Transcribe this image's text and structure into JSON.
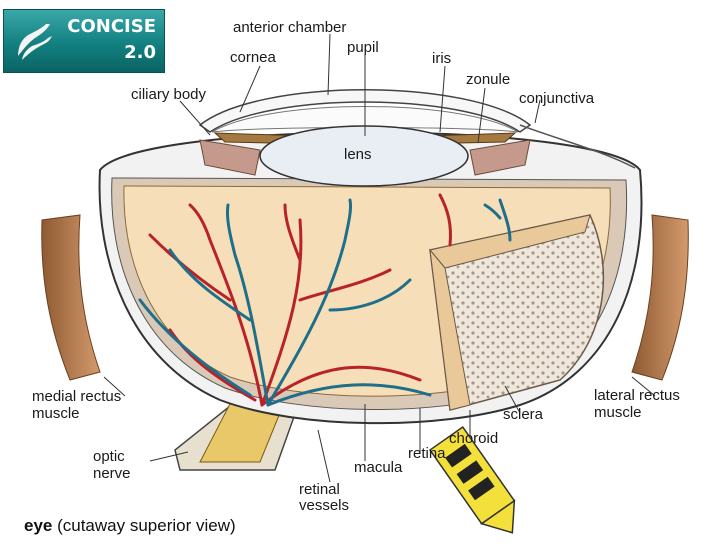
{
  "logo": {
    "brand": "CONCISE",
    "version": "2.0",
    "icon": "swoosh-icon"
  },
  "labels": {
    "anterior_chamber": "anterior chamber",
    "pupil": "pupil",
    "cornea": "cornea",
    "iris": "iris",
    "zonule": "zonule",
    "ciliary_body": "ciliary body",
    "conjunctiva": "conjunctiva",
    "lens": "lens",
    "medial_rectus_1": "medial rectus",
    "medial_rectus_2": "muscle",
    "lateral_rectus_1": "lateral rectus",
    "lateral_rectus_2": "muscle",
    "sclera": "sclera",
    "retina": "retina",
    "choroid": "choroid",
    "optic_1": "optic",
    "optic_2": "nerve",
    "macula": "macula",
    "retinal_1": "retinal",
    "retinal_2": "vessels"
  },
  "caption": {
    "bold": "eye",
    "rest": " (cutaway superior view)"
  },
  "colors": {
    "vitreous": "#f6dfb8",
    "artery": "#b8222a",
    "vein": "#1f6e8a",
    "muscle": "#b77a4e",
    "logo": "#128080"
  }
}
